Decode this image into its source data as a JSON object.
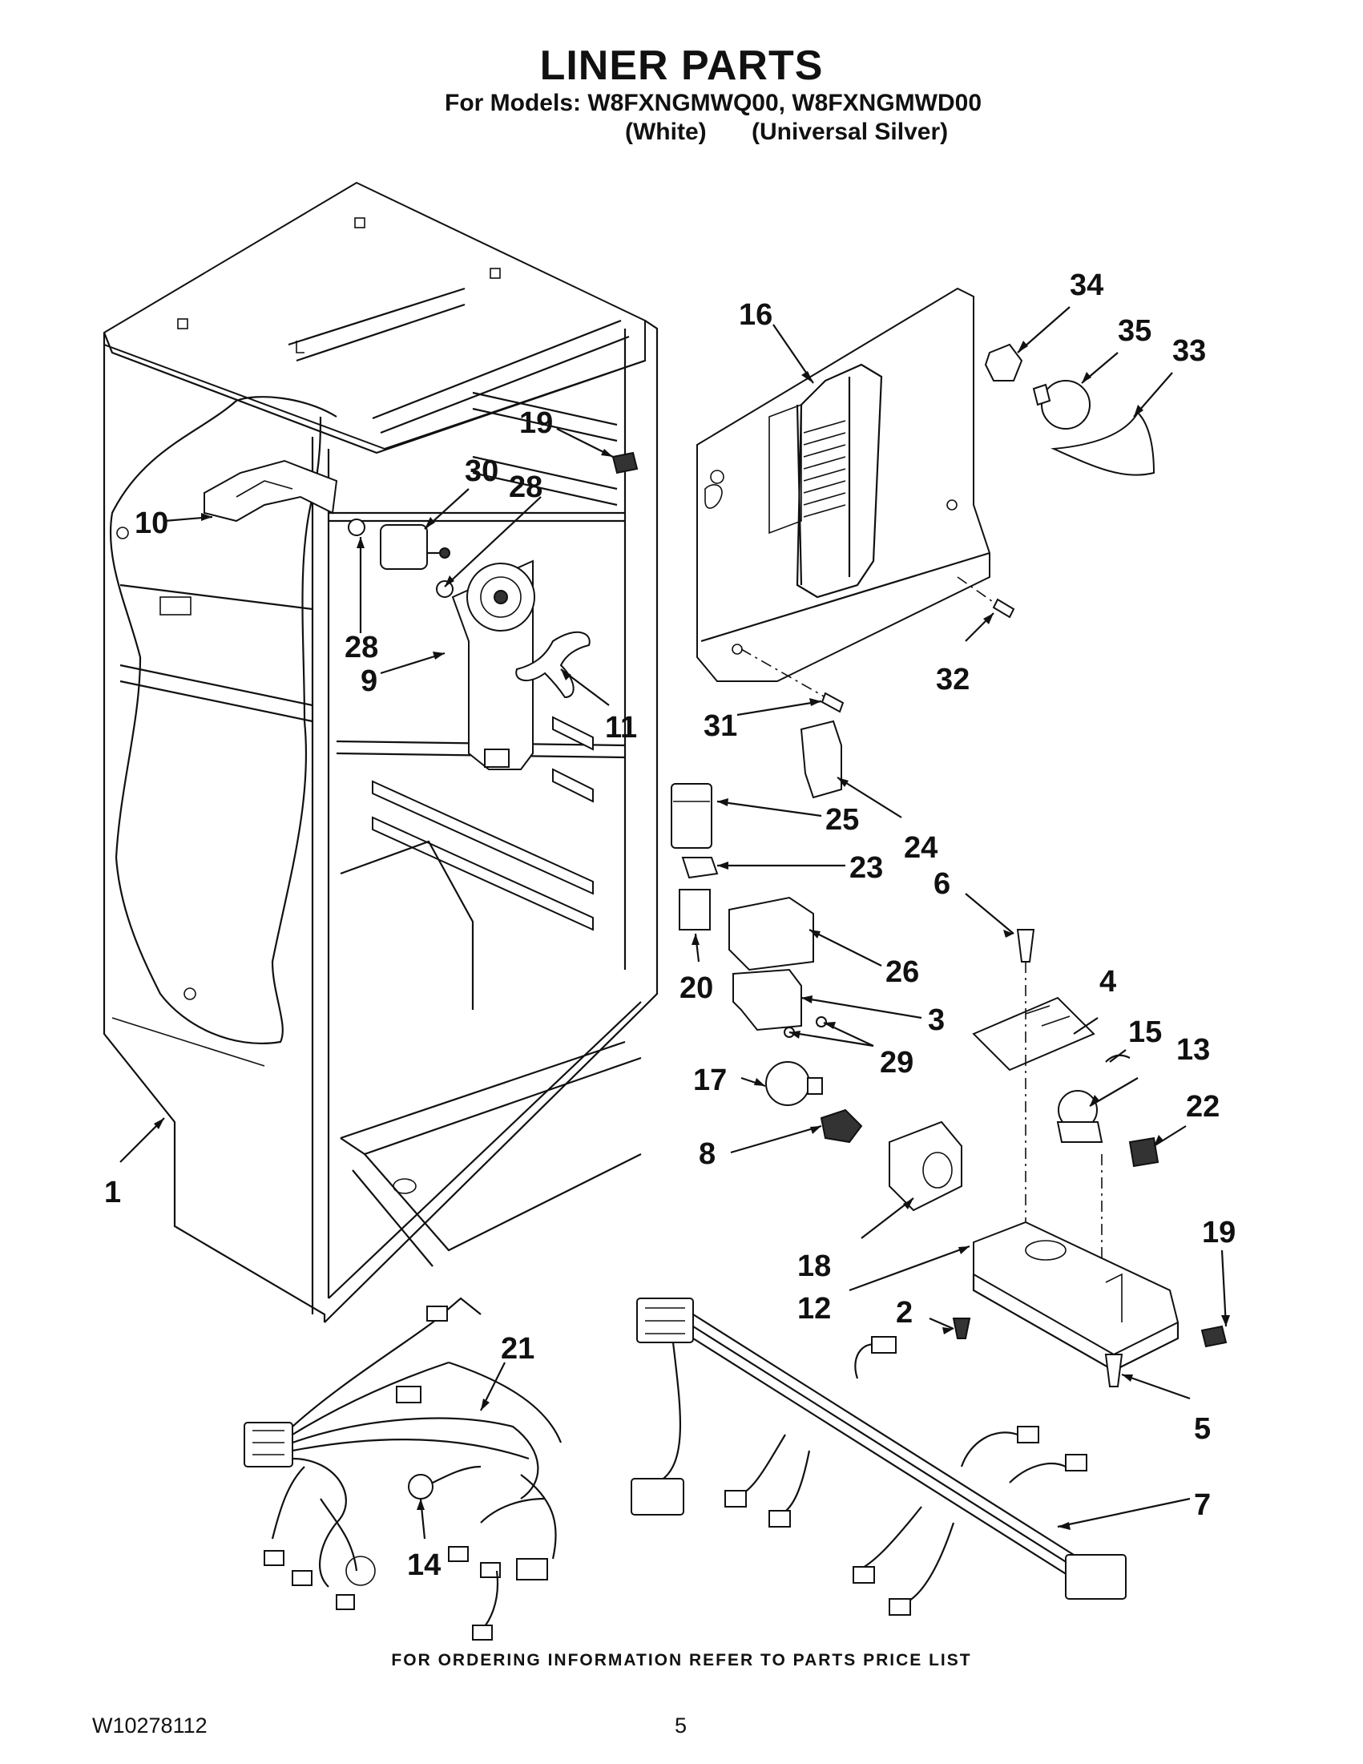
{
  "header": {
    "title": "LINER PARTS",
    "subtitle": "For Models: W8FXNGMWQ00, W8FXNGMWD00",
    "variant_1": "(White)",
    "variant_2": "(Universal Silver)"
  },
  "callouts": [
    "16",
    "34",
    "35",
    "33",
    "19",
    "30",
    "28",
    "10",
    "28",
    "9",
    "11",
    "32",
    "31",
    "25",
    "24",
    "23",
    "6",
    "20",
    "26",
    "3",
    "4",
    "15",
    "13",
    "22",
    "29",
    "17",
    "8",
    "1",
    "19",
    "18",
    "12",
    "2",
    "21",
    "5",
    "14",
    "7"
  ],
  "footer": {
    "ordering_note": "FOR ORDERING INFORMATION REFER TO PARTS PRICE LIST",
    "doc_number": "W10278112",
    "page_number": "5"
  }
}
